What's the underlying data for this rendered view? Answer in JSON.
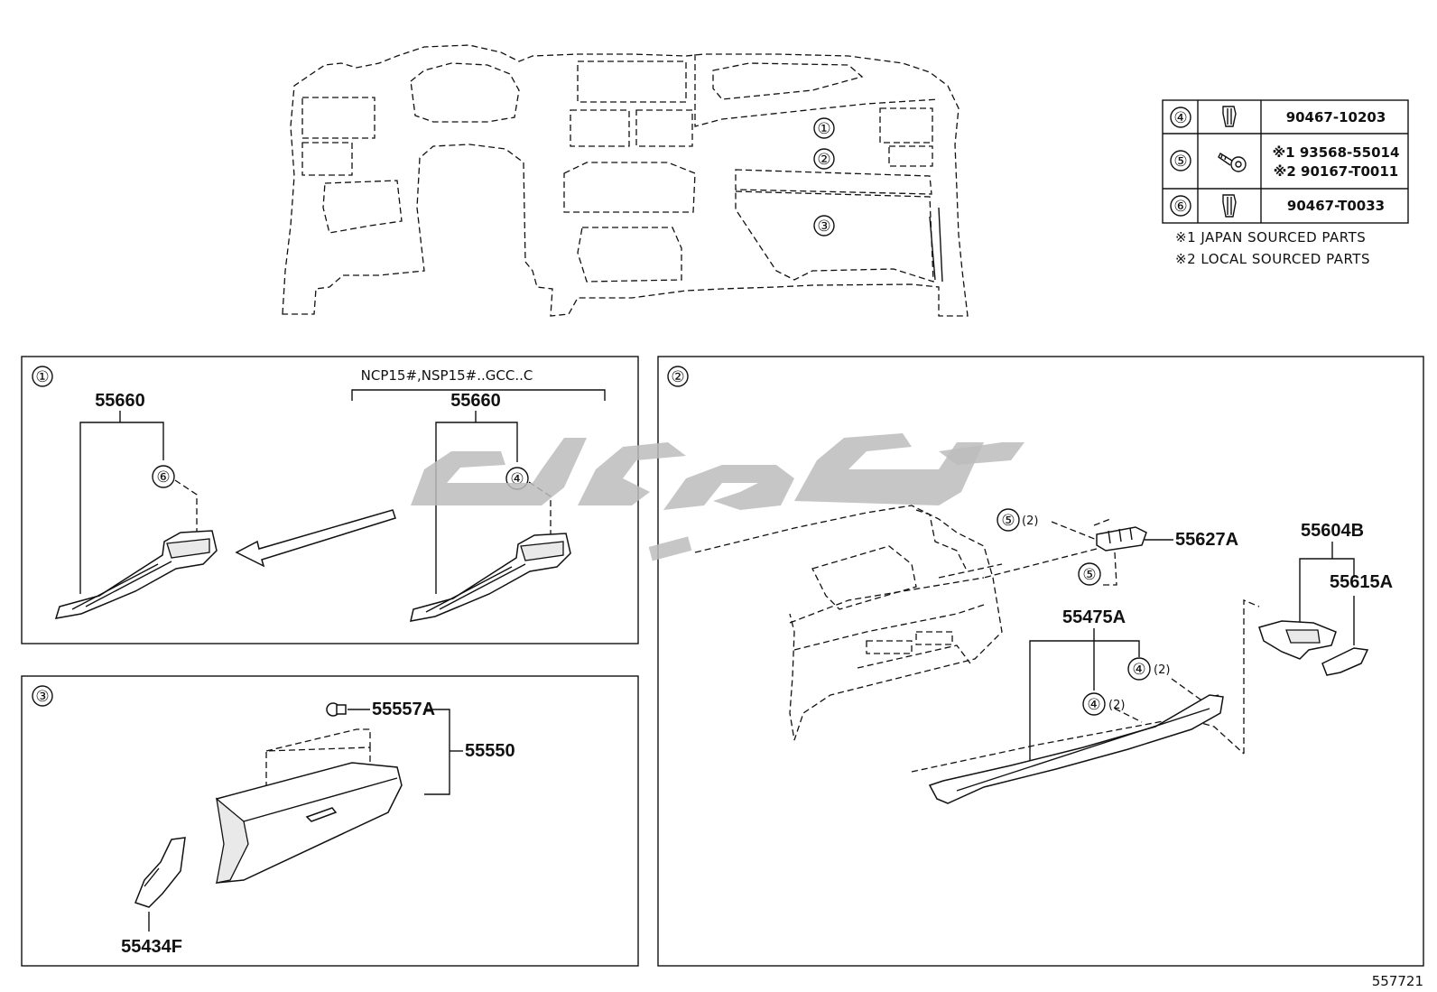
{
  "overview_callouts": [
    "①",
    "②",
    "③"
  ],
  "legend": {
    "rows": [
      {
        "circle": "④",
        "icon": "clip-icon",
        "parts": [
          "90467-10203"
        ]
      },
      {
        "circle": "⑤",
        "icon": "screw-icon",
        "parts": [
          "※1 93568-55014",
          "※2 90167-T0011"
        ]
      },
      {
        "circle": "⑥",
        "icon": "clip-icon",
        "parts": [
          "90467-T0033"
        ]
      }
    ],
    "notes": [
      "※1 JAPAN SOURCED PARTS",
      "※2 LOCAL SOURCED PARTS"
    ]
  },
  "panel1": {
    "id": "①",
    "left_part": "55660",
    "left_fastener": "⑥",
    "variant_label": "NCP15#,NSP15#..GCC..C",
    "right_part": "55660",
    "right_fastener": "④"
  },
  "panel2": {
    "id": "②",
    "screw_upper": "⑤",
    "screw_upper_qty": "(2)",
    "screw_lower": "⑤",
    "part_55627A": "55627A",
    "part_55604B": "55604B",
    "part_55615A": "55615A",
    "part_55475A": "55475A",
    "clip_upper": "④",
    "clip_upper_qty": "(2)",
    "clip_lower": "④",
    "clip_lower_qty": "(2)"
  },
  "panel3": {
    "id": "③",
    "part_55557A": "55557A",
    "part_55550": "55550",
    "part_55434F": "55434F"
  },
  "diagram_number": "557721"
}
